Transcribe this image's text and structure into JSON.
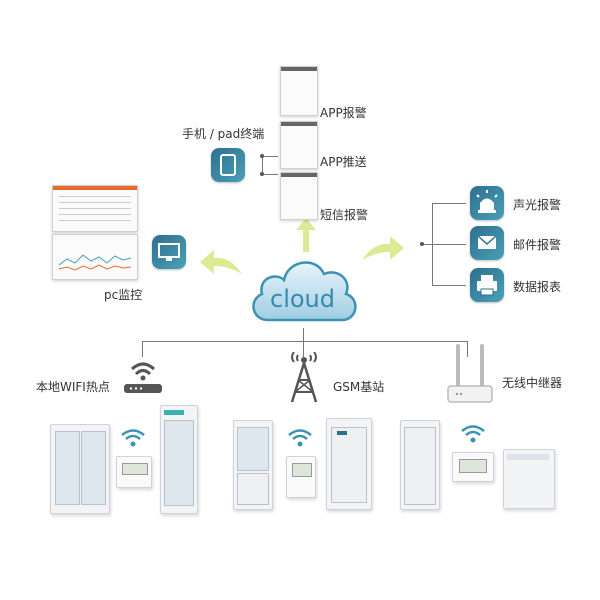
{
  "center": {
    "label": "cloud"
  },
  "mobile": {
    "label": "手机 / pad终端",
    "items": [
      {
        "label": "APP报警"
      },
      {
        "label": "APP推送"
      },
      {
        "label": "短信报警"
      }
    ]
  },
  "pc": {
    "label": "pc监控"
  },
  "alarms": {
    "items": [
      {
        "label": "声光报警",
        "icon": "siren-icon"
      },
      {
        "label": "邮件报警",
        "icon": "mail-icon"
      },
      {
        "label": "数据报表",
        "icon": "printer-icon"
      }
    ]
  },
  "network": {
    "nodes": [
      {
        "label": "本地WIFI热点",
        "icon": "wifi-router-icon"
      },
      {
        "label": "GSM基站",
        "icon": "gsm-tower-icon"
      },
      {
        "label": "无线中继器",
        "icon": "wireless-repeater-icon"
      }
    ]
  },
  "colors": {
    "tile": "#2e6f8f",
    "arrow": "#d8ea8a",
    "cloud_light": "#cfe6f3",
    "cloud_dark": "#3a93b5"
  }
}
